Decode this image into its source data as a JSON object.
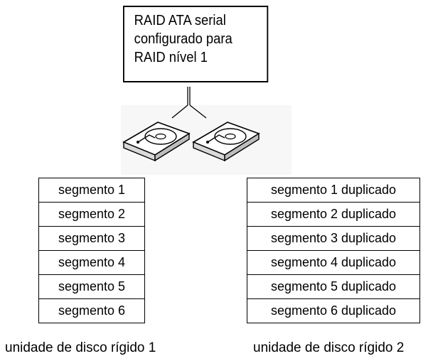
{
  "title": {
    "lines": [
      "RAID ATA serial",
      "configurado para",
      "RAID nível 1"
    ]
  },
  "left_drive": {
    "segments": [
      "segmento 1",
      "segmento 2",
      "segmento 3",
      "segmento 4",
      "segmento 5",
      "segmento 6"
    ],
    "caption": "unidade de disco rígido 1"
  },
  "right_drive": {
    "segments": [
      "segmento 1 duplicado",
      "segmento 2 duplicado",
      "segmento 3 duplicado",
      "segmento 4 duplicado",
      "segmento 5 duplicado",
      "segmento 6 duplicado"
    ],
    "caption": "unidade de disco rígido 2"
  },
  "icons": [
    "hard-drive-icon",
    "hard-drive-icon"
  ],
  "colors": {
    "line": "#000000",
    "background": "#ffffff",
    "drive_shadow": "#e8e8e8"
  }
}
